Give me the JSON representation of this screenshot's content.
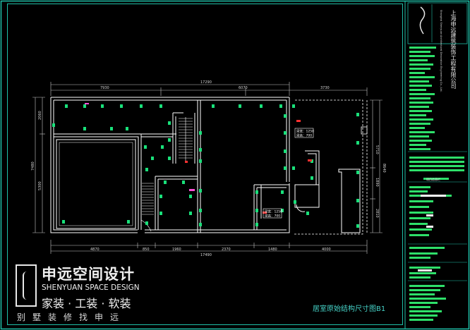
{
  "drawing": {
    "title": "居室原始结构尺寸图B1",
    "dims_top": {
      "overall": "17290",
      "segments": [
        "7930",
        "6070",
        "3730"
      ]
    },
    "dims_bottom": {
      "overall": "17490",
      "segments": [
        "4870",
        "850",
        "1960",
        "2370",
        "1480",
        "4000"
      ]
    },
    "dims_left": [
      "2060",
      "7480",
      "5300"
    ],
    "dims_right": [
      "5710",
      "8640",
      "1890",
      "2810"
    ],
    "room_tags": [
      {
        "line1": "梁宽：1250",
        "line2": "梁高：700"
      },
      {
        "line1": "梁宽：1250",
        "line2": "梁高：700"
      }
    ]
  },
  "brand": {
    "name_cn": "申远空间设计",
    "name_en": "SHENYUAN SPACE DESIGN",
    "tagline": "家装 · 工装 · 软装",
    "services": "别墅装修找申远"
  },
  "title_block": {
    "company": "上海申远建筑装饰工程有限公司",
    "company_en": "Shanghai Shenyuan Architectural Decoration Engineering Co., Ltd.",
    "section_label": "项目信息栏"
  },
  "colors": {
    "background": "#000000",
    "frame": "#1fbfa8",
    "wall": "#ffffff",
    "column": "#19e07a",
    "dim": "#c8c8c8",
    "text_green": "#2ee06a",
    "cyan": "#46d3c8",
    "magenta": "#ff4fd8",
    "red": "#ff3030"
  }
}
